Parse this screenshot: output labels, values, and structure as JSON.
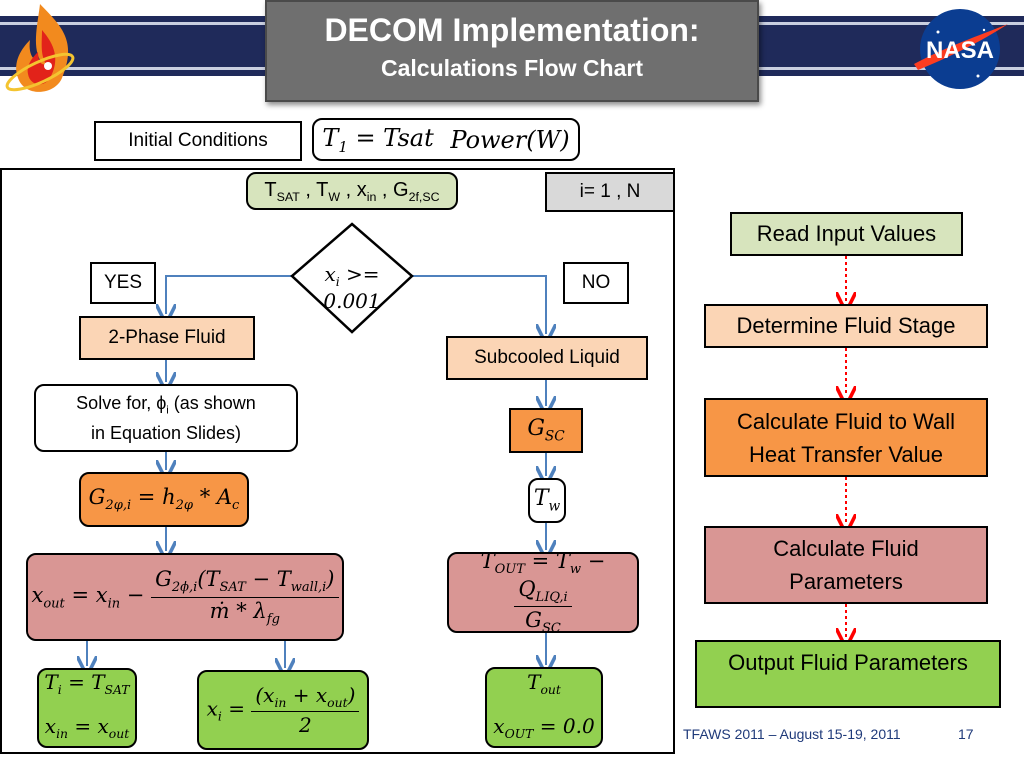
{
  "slide": {
    "title": "DECOM Implementation:",
    "subtitle": "Calculations Flow Chart",
    "footer": "TFAWS 2011 – August 15-19, 2011",
    "page_number": "17",
    "nasa_logo_text": "NASA"
  },
  "colors": {
    "band": "#1f2a5a",
    "peach": "#fbd5b5",
    "orange": "#f79646",
    "pink": "#d99694",
    "green": "#92d050",
    "arrow_blue": "#4f81bd",
    "arrow_red": "#ff0000"
  },
  "initial_conditions": {
    "label": "Initial Conditions",
    "eq_t1": "T",
    "eq_t1_sub": "1",
    "eq_rhs": " = Tsat",
    "eq_power": "Power(W)"
  },
  "inputs": {
    "t": "T",
    "t_sub": "SAT",
    "w": "T",
    "w_sub": "W",
    "x": "x",
    "x_sub": "in",
    "g": "G",
    "g_sub": "2f,SC",
    "sep": " , "
  },
  "loop_label": "i= 1 , N",
  "decision": {
    "var": "x",
    "sub": "i",
    "rest": " >= 0.001"
  },
  "yes_label": "YES",
  "no_label": "NO",
  "left_branch": {
    "phase": "2-Phase Fluid",
    "solve_line1": "Solve for, ϕ",
    "solve_sub": "i",
    "solve_line1_end": " (as shown",
    "solve_line2": "in Equation Slides)",
    "g_lhs": "G",
    "g_lhs_sub": "2φ,i",
    "g_eq": " = h",
    "g_h_sub": "2φ",
    "g_mul": " * A",
    "g_a_sub": "c",
    "xout_lhs": "x",
    "xout_lhs_sub": "out",
    "xout_mid": " = x",
    "xout_mid_sub": "in",
    "xout_minus": " − ",
    "xout_num_g": "G",
    "xout_num_g_sub": "2ϕ,i",
    "xout_num_rest": "(T",
    "xout_num_tsat": "SAT",
    "xout_num_minus": " − T",
    "xout_num_twall": "wall,i",
    "xout_num_close": ")",
    "xout_den": "ṁ * λ",
    "xout_den_sub": "fg",
    "res1_l1": "T",
    "res1_l1_sub": "i",
    "res1_l1_mid": " = T",
    "res1_l1_sub2": "SAT",
    "res1_l2": "x",
    "res1_l2_sub": "in",
    "res1_l2_mid": " = x",
    "res1_l2_sub2": "out",
    "res2_lhs": "x",
    "res2_lhs_sub": "i",
    "res2_eq": " = ",
    "res2_num": "(x",
    "res2_num_sub": "in",
    "res2_num_mid": " + x",
    "res2_num_sub2": "out",
    "res2_num_end": ")",
    "res2_den": "2"
  },
  "right_branch": {
    "subcooled": "Subcooled Liquid",
    "gsc": "G",
    "gsc_sub": "SC",
    "tw": "T",
    "tw_sub": "w",
    "tout_lhs": "T",
    "tout_lhs_sub": "OUT",
    "tout_mid": " = T",
    "tout_mid_sub": "w",
    "tout_minus": " − ",
    "tout_num": "Q",
    "tout_num_sub": "LIQ,i",
    "tout_den": "G",
    "tout_den_sub": "SC",
    "res_l1": "T",
    "res_l1_sub": "out",
    "res_l2": "x",
    "res_l2_sub": "OUT",
    "res_l2_rest": " = 0.0"
  },
  "process_steps": [
    "Read Input Values",
    "Determine Fluid Stage",
    "Calculate Fluid to Wall Heat Transfer Value",
    "Calculate Fluid Parameters",
    "Output Fluid Parameters"
  ]
}
